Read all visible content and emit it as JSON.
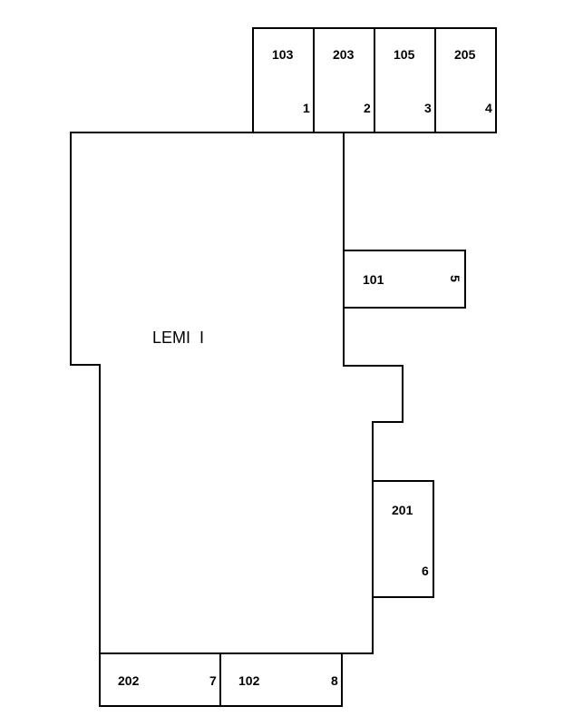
{
  "building": {
    "name": "LEMI  I"
  },
  "spaces": [
    {
      "unit": "103",
      "number": "1"
    },
    {
      "unit": "203",
      "number": "2"
    },
    {
      "unit": "105",
      "number": "3"
    },
    {
      "unit": "205",
      "number": "4"
    },
    {
      "unit": "101",
      "number": "5"
    },
    {
      "unit": "201",
      "number": "6"
    },
    {
      "unit": "202",
      "number": "7"
    },
    {
      "unit": "102",
      "number": "8"
    }
  ]
}
